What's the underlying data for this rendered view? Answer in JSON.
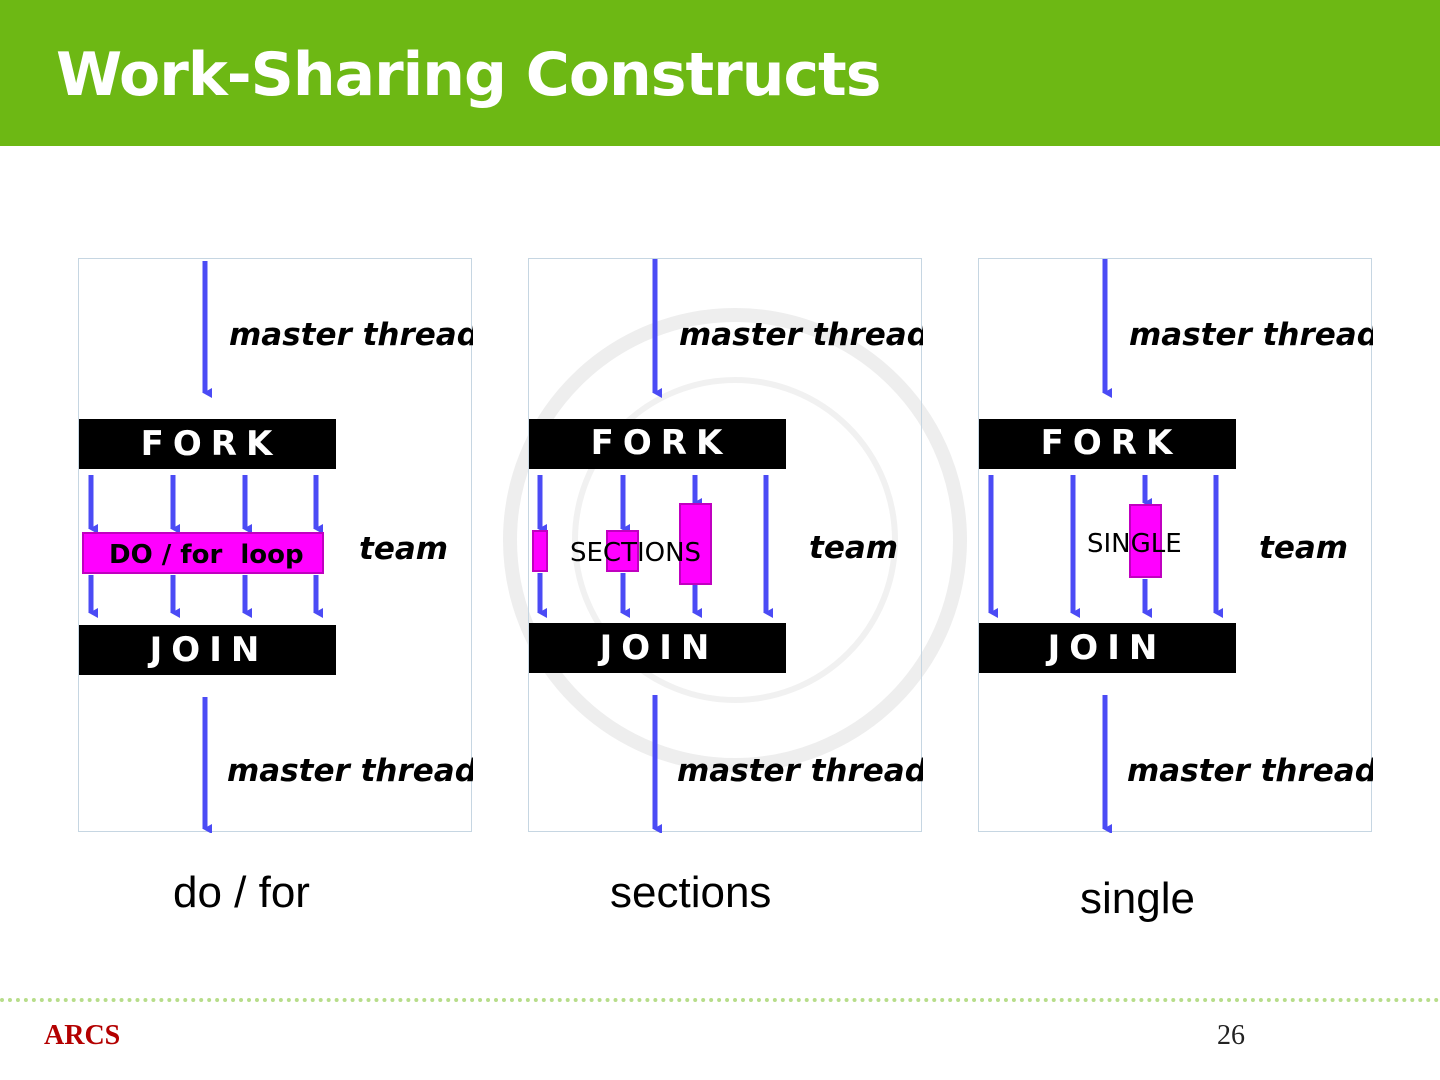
{
  "slide": {
    "title": "Work-Sharing Constructs",
    "footer_brand": "ARCS",
    "page_number": "26"
  },
  "panels": [
    {
      "id": "do-for",
      "master_label_top": "master thread",
      "fork_label": "FORK",
      "join_label": "JOIN",
      "team_label": "team",
      "construct_label": "DO / for  loop",
      "master_label_bottom": "master thread",
      "caption": "do / for"
    },
    {
      "id": "sections",
      "master_label_top": "master thread",
      "fork_label": "FORK",
      "join_label": "JOIN",
      "team_label": "team",
      "construct_label": "SECTIONS",
      "master_label_bottom": "master thread",
      "caption": "sections"
    },
    {
      "id": "single",
      "master_label_top": "master thread",
      "fork_label": "FORK",
      "join_label": "JOIN",
      "team_label": "team",
      "construct_label": "SINGLE",
      "master_label_bottom": "master thread",
      "caption": "single"
    }
  ],
  "colors": {
    "header_green": "#6db814",
    "arrow_blue": "#4b4bf5",
    "construct_magenta": "#ff00ff",
    "bar_black": "#000000",
    "brand_red": "#b30000"
  }
}
